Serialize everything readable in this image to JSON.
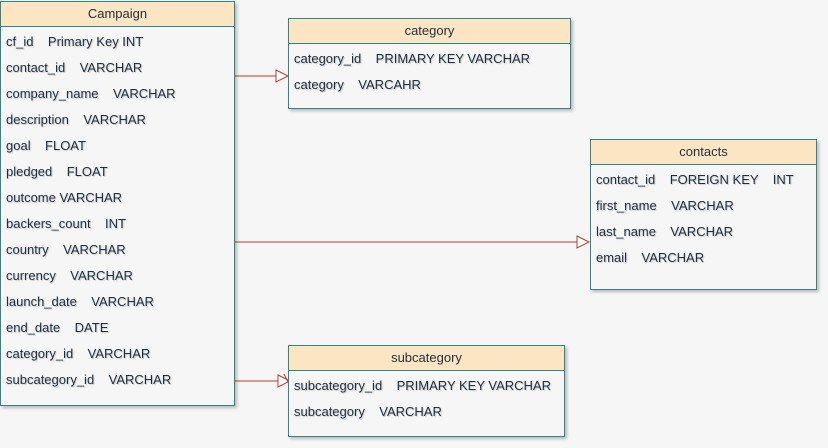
{
  "tables": {
    "campaign": {
      "title": "Campaign",
      "rows": [
        "cf_id    Primary Key INT",
        "contact_id    VARCHAR",
        "company_name    VARCHAR",
        "description    VARCHAR",
        "goal    FLOAT",
        "pledged    FLOAT",
        "outcome VARCHAR",
        "backers_count    INT",
        "country    VARCHAR",
        "currency    VARCHAR",
        "launch_date    VARCHAR",
        "end_date    DATE",
        "category_id    VARCHAR",
        "subcategory_id    VARCHAR"
      ]
    },
    "category": {
      "title": "category",
      "rows": [
        "category_id    PRIMARY KEY VARCHAR",
        "category    VARCAHR"
      ]
    },
    "contacts": {
      "title": "contacts",
      "rows": [
        "contact_id    FOREIGN KEY    INT",
        "first_name    VARCHAR",
        "last_name    VARCHAR",
        "email    VARCHAR"
      ]
    },
    "subcategory": {
      "title": "subcategory",
      "rows": [
        "subcategory_id    PRIMARY KEY VARCHAR",
        "subcategory    VARCHAR"
      ]
    }
  },
  "colors": {
    "header_fill": "#fce5c2",
    "border": "#2a8a8a",
    "connector": "#c0392b",
    "text": "#1f2d3d",
    "background": "#f6f6f6"
  }
}
